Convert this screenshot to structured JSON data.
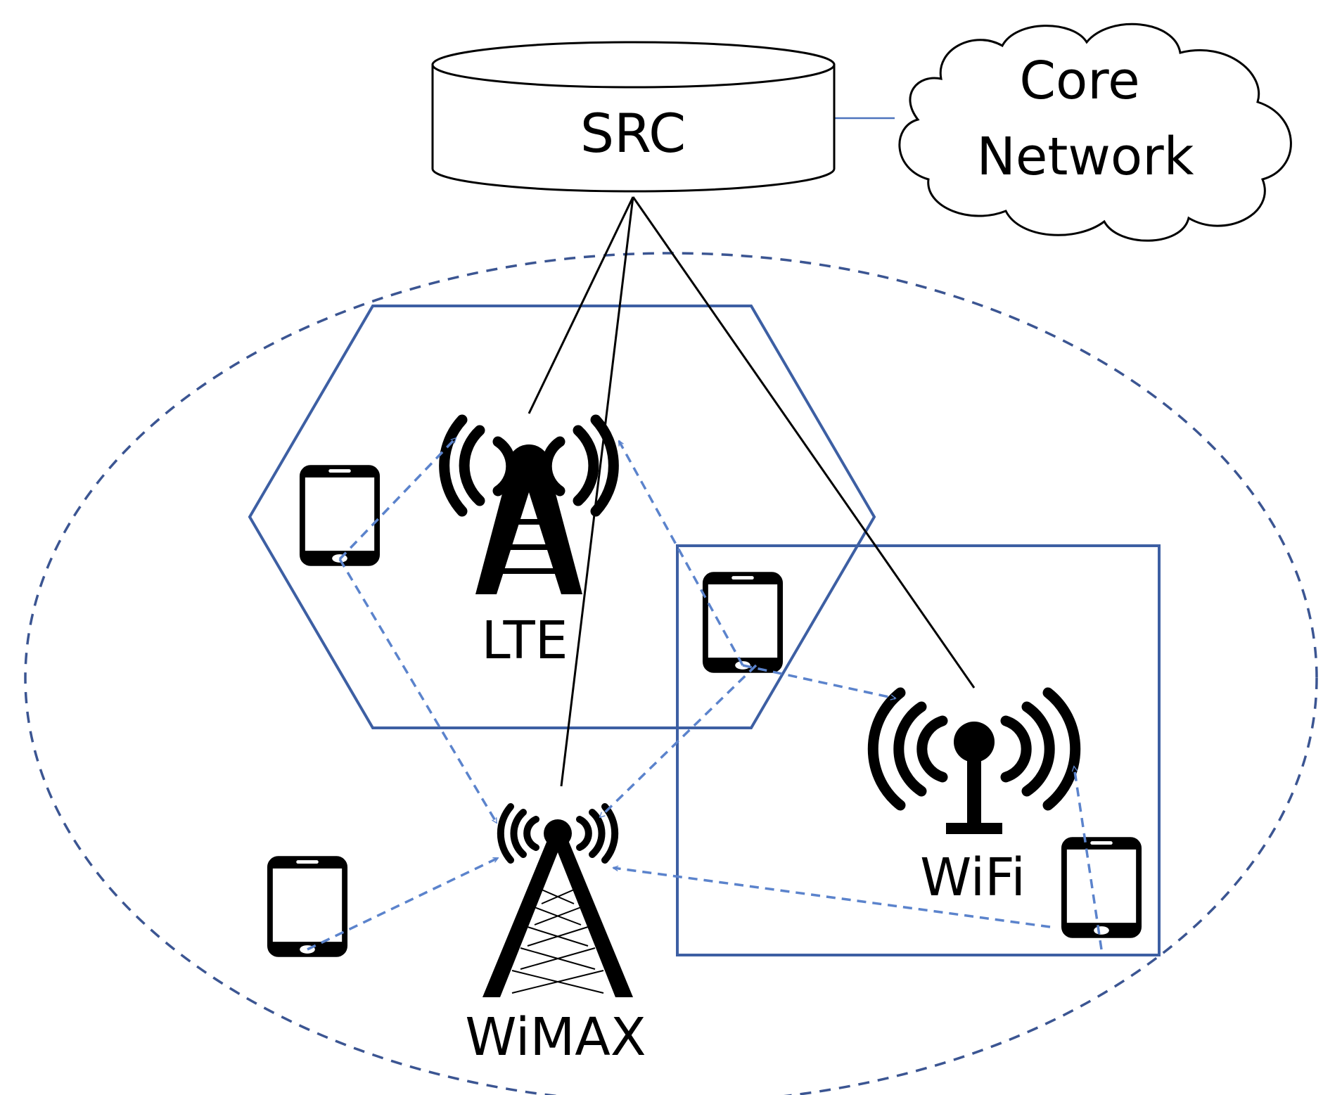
{
  "nodes": {
    "src": {
      "label": "SRC"
    },
    "core_network": {
      "label_line1": "Core",
      "label_line2": "Network"
    },
    "lte": {
      "label": "LTE"
    },
    "wimax": {
      "label": "WiMAX"
    },
    "wifi": {
      "label": "WiFi"
    }
  },
  "colors": {
    "cell_outline": "#3d5fa3",
    "dashed_arrow": "#5b83cc",
    "ellipse": "#3b5592",
    "wired_link": "#000000",
    "icon": "#000000"
  }
}
